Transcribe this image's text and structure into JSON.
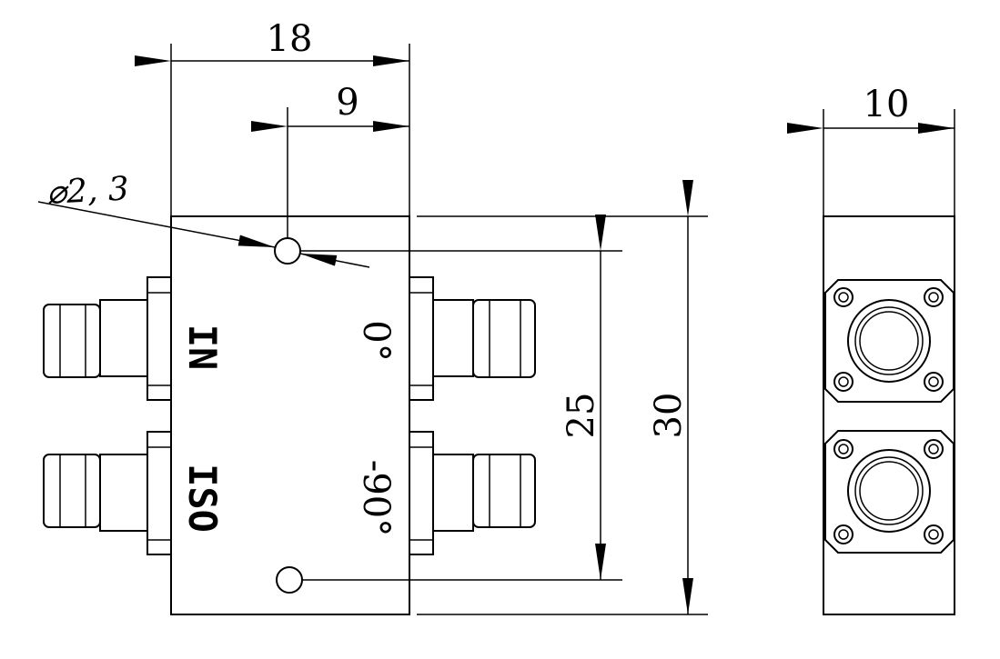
{
  "dimensions": {
    "width_total": "18",
    "hole_offset": "9",
    "hole_diameter": "⌀2, 3",
    "hole_spacing": "25",
    "height_total": "30",
    "side_thickness": "10"
  },
  "ports": {
    "in": "IN",
    "iso": "ISO",
    "out_0": "0°",
    "out_minus90": "-90°"
  },
  "colors": {
    "line": "#000000",
    "background": "#ffffff"
  }
}
